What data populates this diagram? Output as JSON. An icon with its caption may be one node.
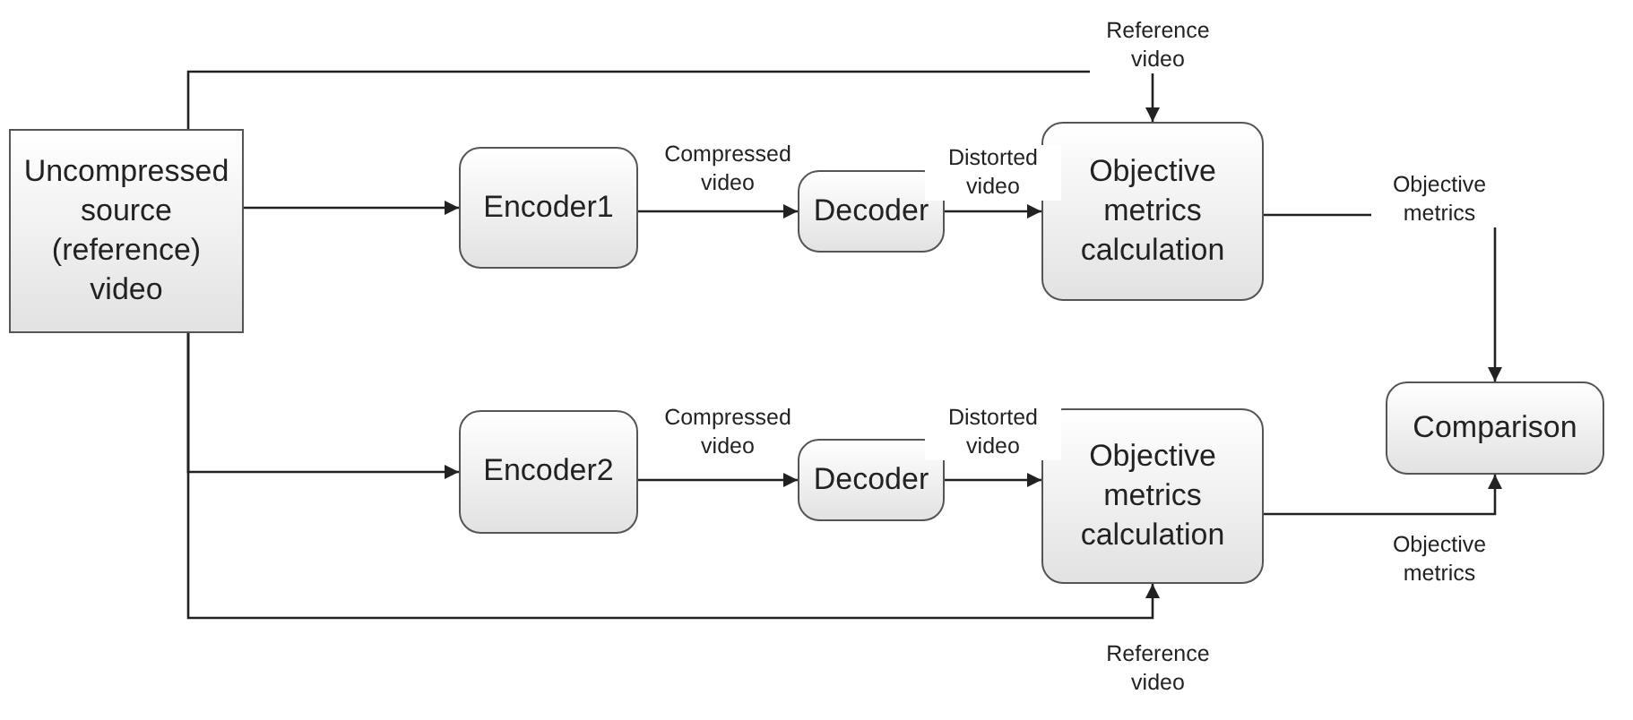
{
  "diagram": {
    "nodes": [
      {
        "text": [
          "Uncompressed source (reference) video"
        ]
      },
      {
        "text": [
          "Encoder1"
        ]
      },
      {
        "text": [
          "Decoder"
        ]
      },
      {
        "text": [
          "Objective metrics calculation"
        ]
      },
      {
        "text": [
          "Comparison"
        ]
      },
      {
        "text": [
          "Encoder2"
        ]
      },
      {
        "text": [
          "Decoder"
        ]
      },
      {
        "text": [
          "Objective metrics calculation"
        ]
      }
    ],
    "edges": [
      {
        "from": 0,
        "to": 1,
        "arrow": "to"
      },
      {
        "from": 0,
        "to": 5,
        "arrow": "to"
      },
      {
        "from": 0,
        "to": 3,
        "arrow": "to",
        "label": "Reference video"
      },
      {
        "from": 0,
        "to": 7,
        "arrow": "to",
        "label": "Reference video"
      },
      {
        "from": 1,
        "to": 2,
        "arrow": "to",
        "label": "Compressed video"
      },
      {
        "from": 2,
        "to": 3,
        "arrow": "to",
        "label": "Distorted video"
      },
      {
        "from": 5,
        "to": 6,
        "arrow": "to",
        "label": "Compressed video"
      },
      {
        "from": 6,
        "to": 7,
        "arrow": "to",
        "label": "Distorted video"
      },
      {
        "from": 3,
        "to": 4,
        "arrow": "to",
        "label": "Objective metrics"
      },
      {
        "from": 7,
        "to": 4,
        "arrow": "to",
        "label": "Objective metrics"
      }
    ]
  }
}
